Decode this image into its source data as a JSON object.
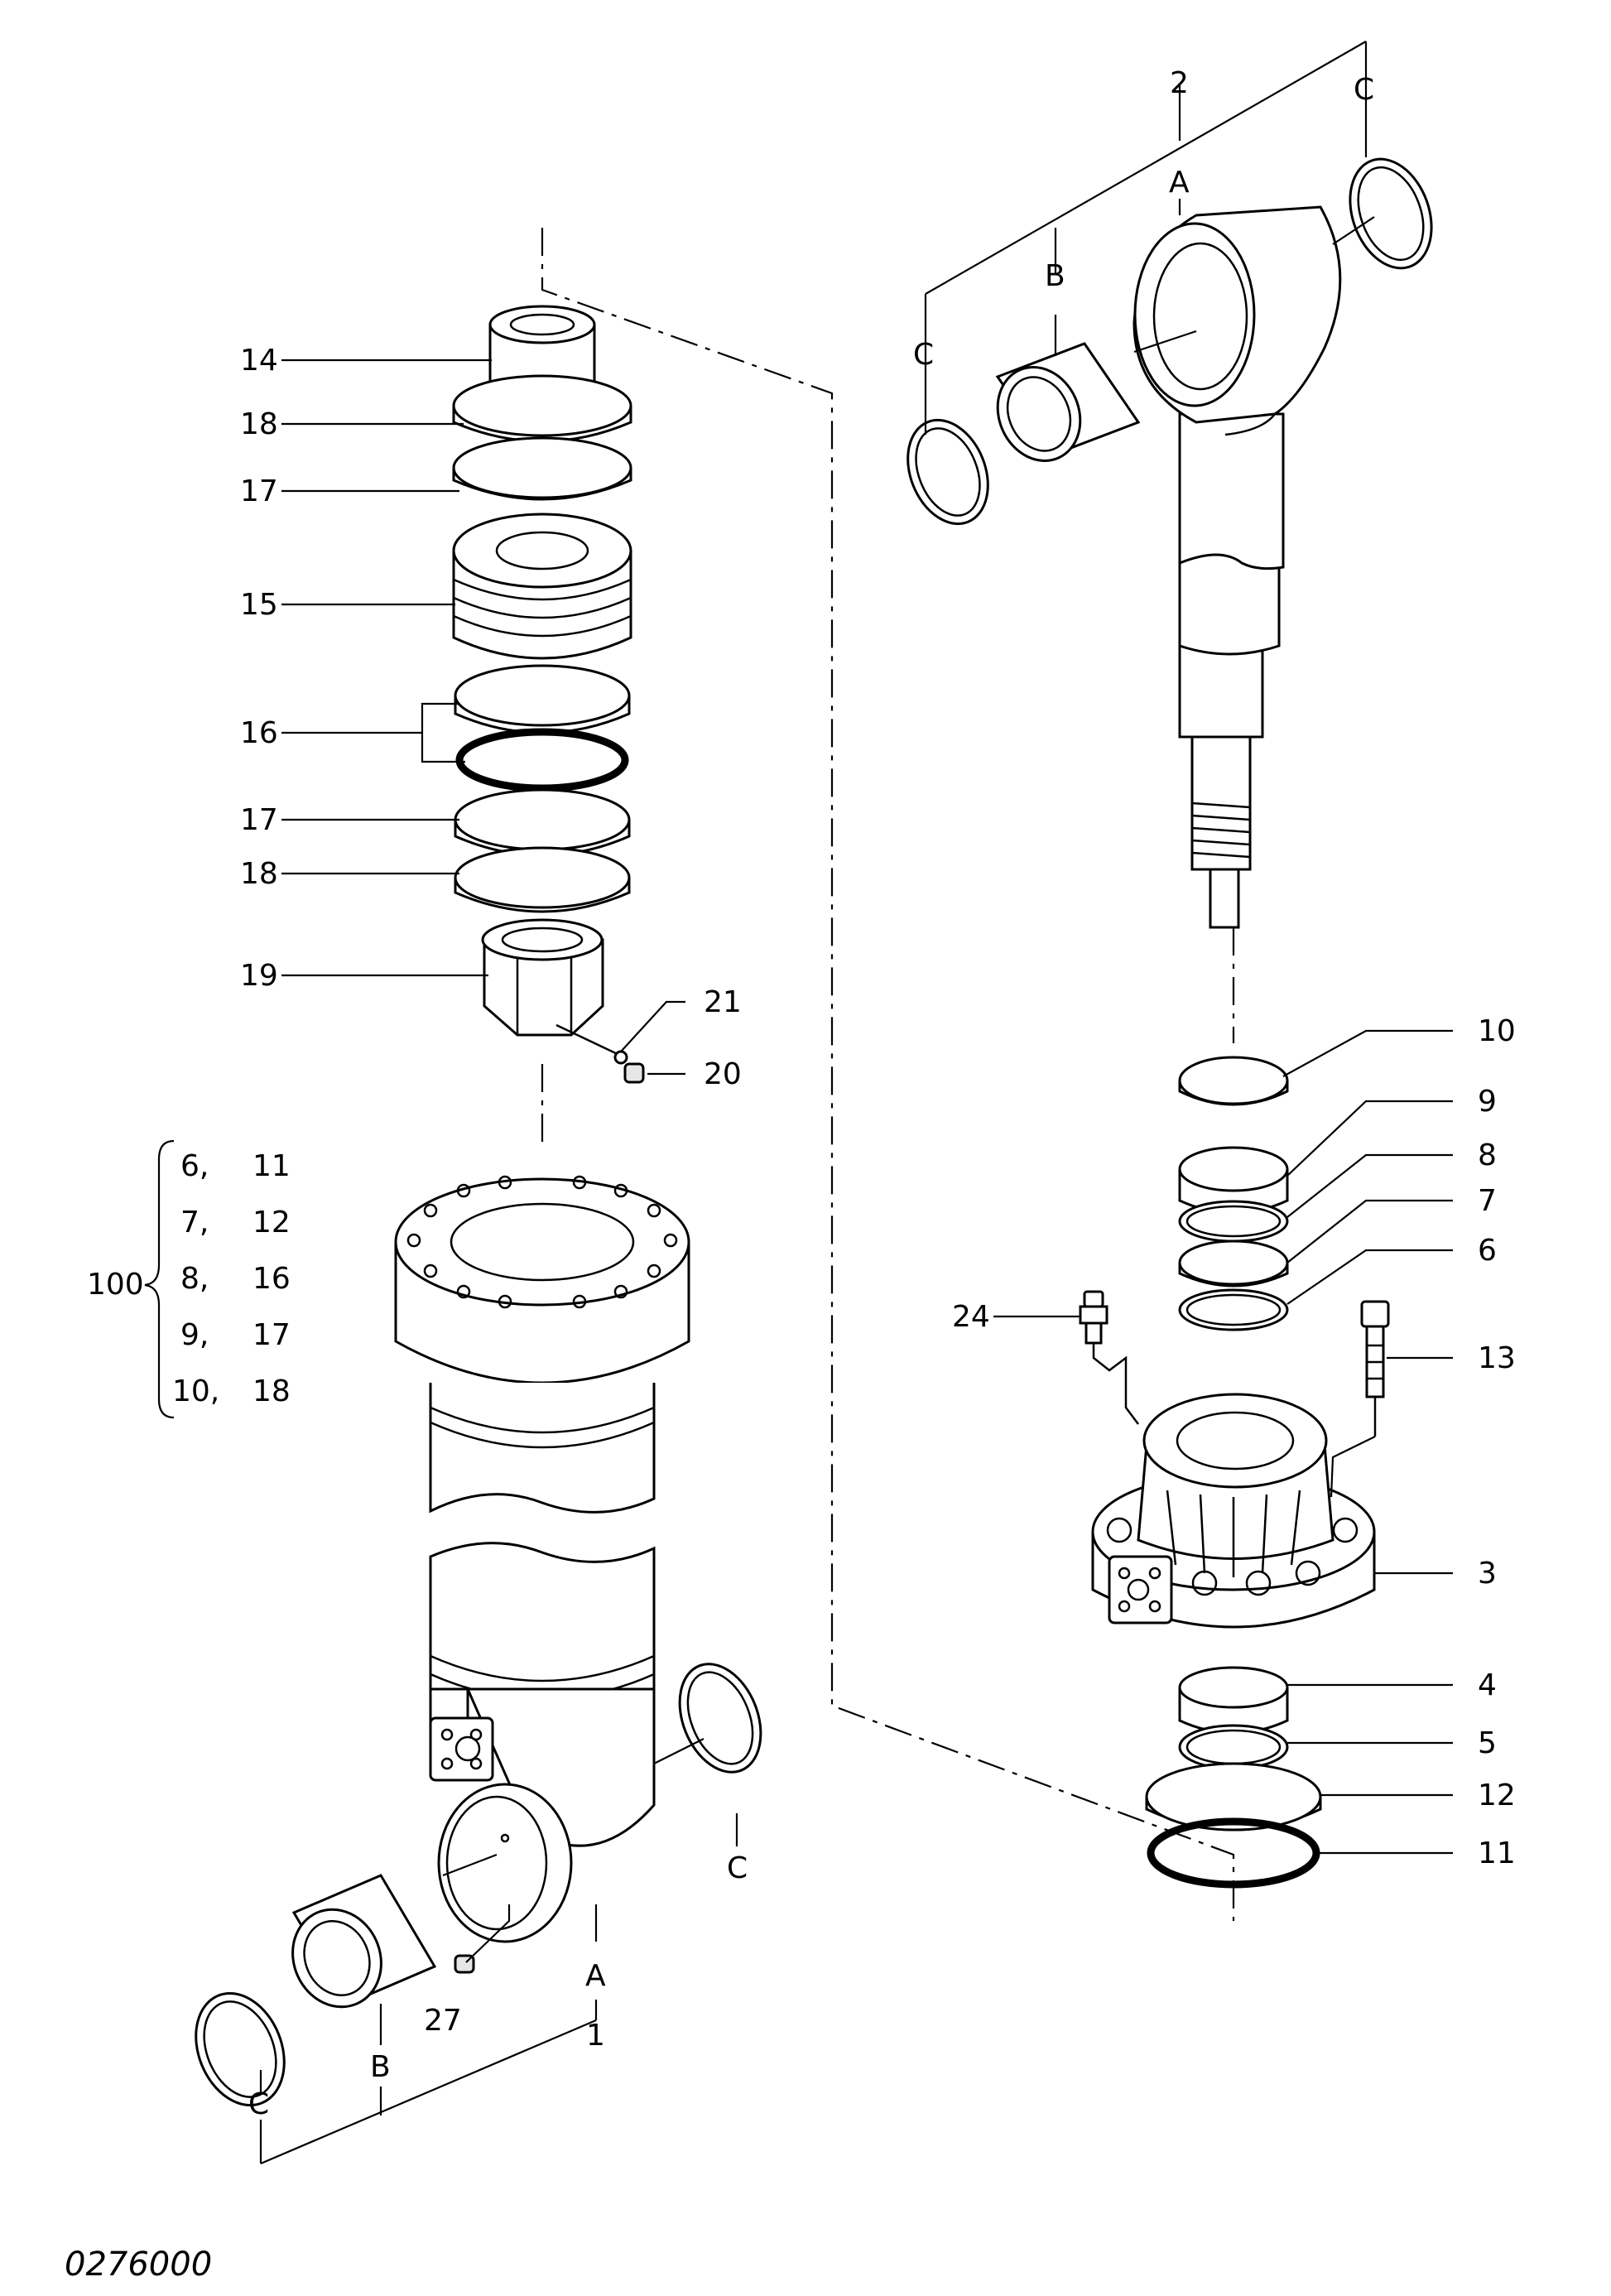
{
  "diagram": {
    "document_number": "0276000",
    "callouts": {
      "p14": "14",
      "p18a": "18",
      "p17a": "17",
      "p15": "15",
      "p16": "16",
      "p17b": "17",
      "p18b": "18",
      "p19": "19",
      "p21": "21",
      "p20": "20",
      "p2": "2",
      "p10": "10",
      "p9": "9",
      "p8": "8",
      "p7": "7",
      "p6": "6",
      "p24": "24",
      "p13": "13",
      "p3": "3",
      "p4": "4",
      "p5": "5",
      "p12": "12",
      "p11": "11",
      "p27": "27",
      "p1": "1"
    },
    "letters": {
      "top_C_right": "C",
      "top_A": "A",
      "top_B": "B",
      "top_C_left": "C",
      "bottom_C_right": "C",
      "bottom_A": "A",
      "bottom_B": "B",
      "bottom_C_left": "C"
    },
    "kit": {
      "number": "100",
      "rows": [
        {
          "left": "6,",
          "right": "11"
        },
        {
          "left": "7,",
          "right": "12"
        },
        {
          "left": "8,",
          "right": "16"
        },
        {
          "left": "9,",
          "right": "17"
        },
        {
          "left": "10,",
          "right": "18"
        }
      ]
    }
  }
}
